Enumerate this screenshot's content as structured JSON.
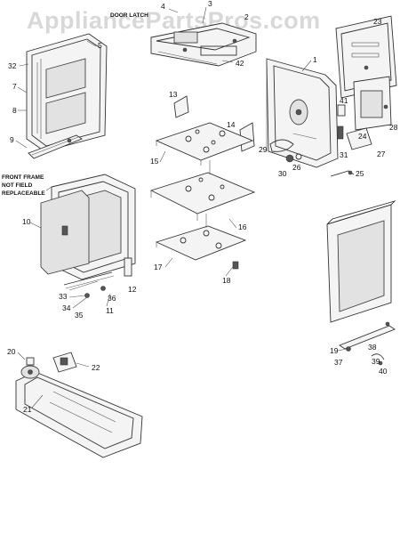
{
  "watermark": "AppliancePartsPros.com",
  "notes": {
    "door_latch": "DOOR LATCH",
    "front_frame_1": "FRONT FRAME",
    "front_frame_2": "NOT FIELD",
    "front_frame_3": "REPLACEABLE"
  },
  "callouts": {
    "c1": "1",
    "c2": "2",
    "c3": "3",
    "c4": "4",
    "c5": "5",
    "c7": "7",
    "c8": "8",
    "c9": "9",
    "c10": "10",
    "c11": "11",
    "c12": "12",
    "c13": "13",
    "c14": "14",
    "c15": "15",
    "c16": "16",
    "c17": "17",
    "c18": "18",
    "c19": "19",
    "c20": "20",
    "c21": "21",
    "c22": "22",
    "c23": "23",
    "c24": "24",
    "c25": "25",
    "c26": "26",
    "c27": "27",
    "c28": "28",
    "c29": "29",
    "c30": "30",
    "c31": "31",
    "c32": "32",
    "c33": "33",
    "c34": "34",
    "c35": "35",
    "c36": "36",
    "c37": "37",
    "c38": "38",
    "c39": "39",
    "c40": "40",
    "c41": "41",
    "c42": "42"
  }
}
